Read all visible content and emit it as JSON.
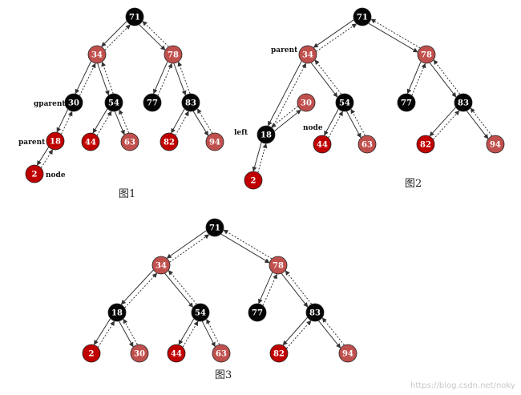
{
  "colors": {
    "black_node": "#050505",
    "red_node": "#c00000",
    "pink_node": "#c0504d",
    "edge": "#333333"
  },
  "figures": [
    {
      "id": "fig1",
      "caption": "图1",
      "nodes": [
        {
          "id": "n71",
          "label": "71",
          "color": "black"
        },
        {
          "id": "n34",
          "label": "34",
          "color": "pink"
        },
        {
          "id": "n78",
          "label": "78",
          "color": "pink"
        },
        {
          "id": "n30",
          "label": "30",
          "color": "black"
        },
        {
          "id": "n54",
          "label": "54",
          "color": "black"
        },
        {
          "id": "n77",
          "label": "77",
          "color": "black"
        },
        {
          "id": "n83",
          "label": "83",
          "color": "black"
        },
        {
          "id": "n18",
          "label": "18",
          "color": "red"
        },
        {
          "id": "n44",
          "label": "44",
          "color": "red"
        },
        {
          "id": "n63",
          "label": "63",
          "color": "pink"
        },
        {
          "id": "n82",
          "label": "82",
          "color": "red"
        },
        {
          "id": "n94",
          "label": "94",
          "color": "pink"
        },
        {
          "id": "n2",
          "label": "2",
          "color": "red"
        }
      ],
      "edges": [
        [
          "n71",
          "n34"
        ],
        [
          "n71",
          "n78"
        ],
        [
          "n34",
          "n30"
        ],
        [
          "n34",
          "n54"
        ],
        [
          "n78",
          "n77"
        ],
        [
          "n78",
          "n83"
        ],
        [
          "n30",
          "n18"
        ],
        [
          "n54",
          "n44"
        ],
        [
          "n54",
          "n63"
        ],
        [
          "n83",
          "n82"
        ],
        [
          "n83",
          "n94"
        ],
        [
          "n18",
          "n2"
        ]
      ],
      "annotations": [
        {
          "text": "gparent",
          "target": "n30"
        },
        {
          "text": "parent",
          "target": "n18"
        },
        {
          "text": "node",
          "target": "n2"
        }
      ]
    },
    {
      "id": "fig2",
      "caption": "图2",
      "nodes": [
        {
          "id": "n71",
          "label": "71",
          "color": "black"
        },
        {
          "id": "n34",
          "label": "34",
          "color": "pink"
        },
        {
          "id": "n78",
          "label": "78",
          "color": "pink"
        },
        {
          "id": "n18",
          "label": "18",
          "color": "black"
        },
        {
          "id": "n30",
          "label": "30",
          "color": "pink"
        },
        {
          "id": "n54",
          "label": "54",
          "color": "black"
        },
        {
          "id": "n77",
          "label": "77",
          "color": "black"
        },
        {
          "id": "n83",
          "label": "83",
          "color": "black"
        },
        {
          "id": "n2",
          "label": "2",
          "color": "red"
        },
        {
          "id": "n44",
          "label": "44",
          "color": "red"
        },
        {
          "id": "n63",
          "label": "63",
          "color": "pink"
        },
        {
          "id": "n82",
          "label": "82",
          "color": "red"
        },
        {
          "id": "n94",
          "label": "94",
          "color": "pink"
        }
      ],
      "edges": [
        [
          "n71",
          "n34"
        ],
        [
          "n71",
          "n78"
        ],
        [
          "n34",
          "n18"
        ],
        [
          "n34",
          "n54"
        ],
        [
          "n78",
          "n77"
        ],
        [
          "n78",
          "n83"
        ],
        [
          "n18",
          "n30"
        ],
        [
          "n18",
          "n2"
        ],
        [
          "n54",
          "n44"
        ],
        [
          "n54",
          "n63"
        ],
        [
          "n83",
          "n82"
        ],
        [
          "n83",
          "n94"
        ]
      ],
      "annotations": [
        {
          "text": "parent",
          "target": "n34"
        },
        {
          "text": "left",
          "target": "n18"
        },
        {
          "text": "node",
          "target": "n30"
        }
      ]
    },
    {
      "id": "fig3",
      "caption": "图3",
      "nodes": [
        {
          "id": "n71",
          "label": "71",
          "color": "black"
        },
        {
          "id": "n34",
          "label": "34",
          "color": "pink"
        },
        {
          "id": "n78",
          "label": "78",
          "color": "pink"
        },
        {
          "id": "n18",
          "label": "18",
          "color": "black"
        },
        {
          "id": "n54",
          "label": "54",
          "color": "black"
        },
        {
          "id": "n77",
          "label": "77",
          "color": "black"
        },
        {
          "id": "n83",
          "label": "83",
          "color": "black"
        },
        {
          "id": "n2",
          "label": "2",
          "color": "red"
        },
        {
          "id": "n30",
          "label": "30",
          "color": "pink"
        },
        {
          "id": "n44",
          "label": "44",
          "color": "red"
        },
        {
          "id": "n63",
          "label": "63",
          "color": "pink"
        },
        {
          "id": "n82",
          "label": "82",
          "color": "red"
        },
        {
          "id": "n94",
          "label": "94",
          "color": "pink"
        }
      ],
      "edges": [
        [
          "n71",
          "n34"
        ],
        [
          "n71",
          "n78"
        ],
        [
          "n34",
          "n18"
        ],
        [
          "n34",
          "n54"
        ],
        [
          "n78",
          "n77"
        ],
        [
          "n78",
          "n83"
        ],
        [
          "n18",
          "n2"
        ],
        [
          "n18",
          "n30"
        ],
        [
          "n54",
          "n44"
        ],
        [
          "n54",
          "n63"
        ],
        [
          "n83",
          "n82"
        ],
        [
          "n83",
          "n94"
        ]
      ],
      "annotations": []
    }
  ],
  "watermark": "https://blog.csdn.net/noky"
}
